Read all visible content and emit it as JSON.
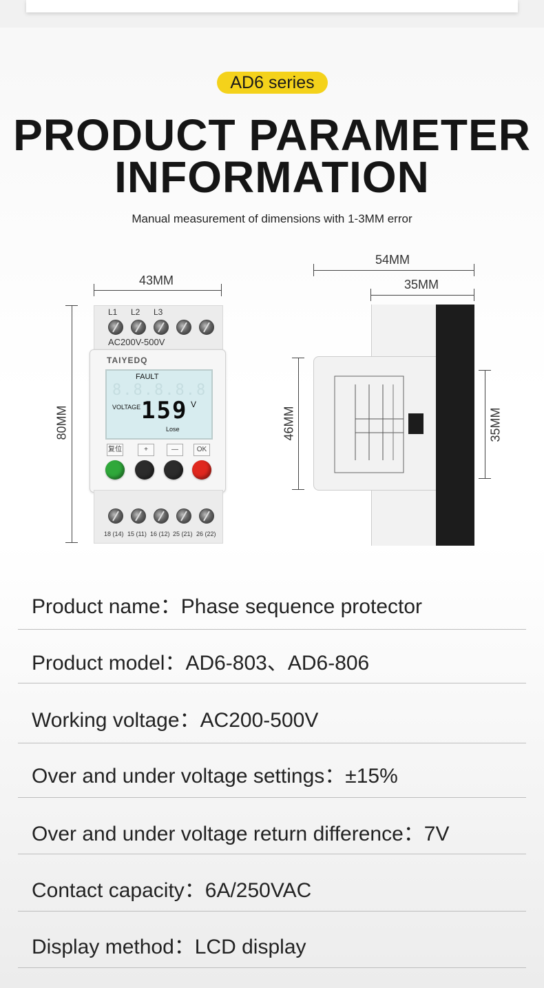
{
  "header": {
    "series_badge": "AD6 series",
    "title_line1": "PRODUCT PARAMETER",
    "title_line2": "INFORMATION",
    "subtitle": "Manual measurement of dimensions with 1-3MM error"
  },
  "dimensions": {
    "front_width": "43MM",
    "front_height": "80MM",
    "side_depth": "54MM",
    "side_step": "35MM",
    "side_body_height": "46MM",
    "side_rail_height": "35MM"
  },
  "device": {
    "top_terminals": [
      "L1",
      "L2",
      "L3"
    ],
    "voltage_rating": "AC200V-500V",
    "brand": "TAIYEDQ",
    "lcd_status": "FAULT",
    "lcd_label": "VOLTAGE",
    "lcd_value": "159",
    "lcd_unit": "V",
    "lcd_sub": "Lose",
    "button_labels": [
      "复位",
      "+",
      "—",
      "OK"
    ],
    "button_colors": [
      "#2fa83a",
      "#2b2b2b",
      "#2b2b2b",
      "#e0281e"
    ],
    "bottom_terminals": [
      "18 (14)",
      "15 (11)",
      "16 (12)",
      "25 (21)",
      "26 (22)"
    ]
  },
  "specs": [
    {
      "label": "Product name：",
      "value": "Phase sequence  protector"
    },
    {
      "label": "Product model：",
      "value": "AD6-803、AD6-806"
    },
    {
      "label": "Working voltage：",
      "value": "AC200-500V"
    },
    {
      "label": "Over and under voltage settings：",
      "value": "±15%"
    },
    {
      "label": "Over and under voltage return difference：",
      "value": "7V"
    },
    {
      "label": "Contact capacity：",
      "value": "6A/250VAC"
    },
    {
      "label": "Display method：",
      "value": "LCD display"
    }
  ]
}
